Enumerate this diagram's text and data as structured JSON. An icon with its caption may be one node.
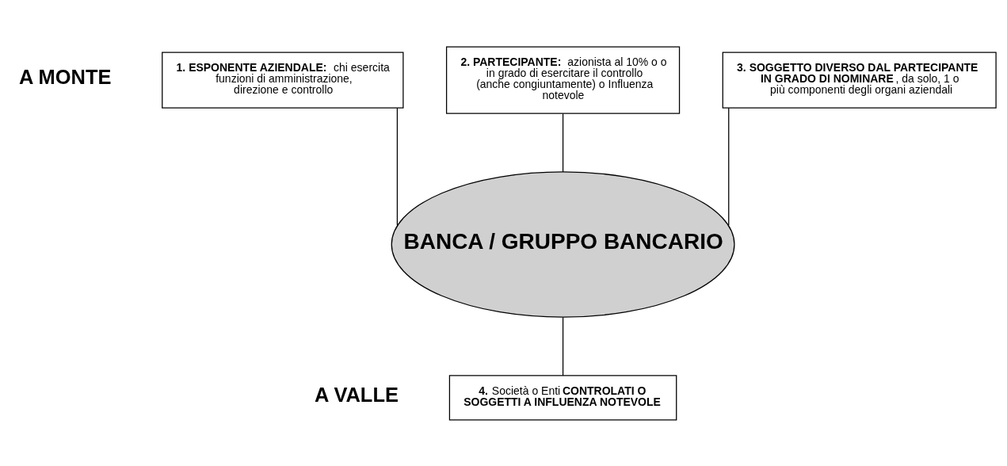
{
  "diagram": {
    "nodes": [
      {
        "text": [
          "**1. ESPONENTE AZIENDALE:** chi esercita funzioni di amministrazione, direzione e controllo"
        ]
      },
      {
        "text": [
          "**2. PARTECIPANTE:** azionista al 10% o o in grado di esercitare il controllo (anche congiuntamente) o Influenza notevole"
        ]
      },
      {
        "text": [
          "**3. SOGGETTO DIVERSO DAL PARTECIPANTE IN GRADO DI NOMINARE**, da solo, 1 o più componenti degli organi aziendali"
        ]
      },
      {
        "text": [
          "BANCA / GRUPPO BANCARIO"
        ]
      },
      {
        "text": [
          "**4.** Società o Enti **CONTROLATI O SOGGETTI A INFLUENZA NOTEVOLE**"
        ]
      }
    ],
    "edges": [
      {
        "from": 0,
        "to": 3,
        "arrow": "none"
      },
      {
        "from": 1,
        "to": 3,
        "arrow": "none"
      },
      {
        "from": 2,
        "to": 3,
        "arrow": "none"
      },
      {
        "from": 3,
        "to": 4,
        "arrow": "none"
      }
    ],
    "labels": [
      "A MONTE",
      "A VALLE"
    ]
  }
}
